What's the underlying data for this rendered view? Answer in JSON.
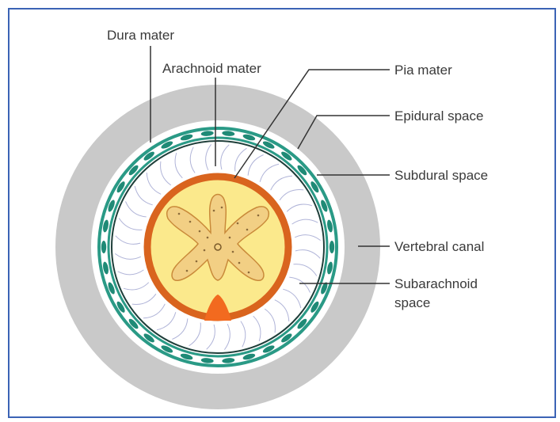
{
  "labels": {
    "dura_mater": "Dura mater",
    "arachnoid_mater": "Arachnoid mater",
    "pia_mater": "Pia mater",
    "epidural_space": "Epidural space",
    "subdural_space": "Subdural space",
    "vertebral_canal": "Vertebral canal",
    "subarachnoid_line1": "Subarachnoid",
    "subarachnoid_line2": "space"
  },
  "colors": {
    "frame": "#3b63b5",
    "vertebral_canal": "#c9c9c9",
    "dura": "#2a9a86",
    "dura_dashes": "#1f8a76",
    "pia": "#d9641e",
    "cord": "#fbe98c",
    "grey_matter": "#f2cf84",
    "fissure": "#f26a1f",
    "trabeculae": "#b0b4d8"
  }
}
